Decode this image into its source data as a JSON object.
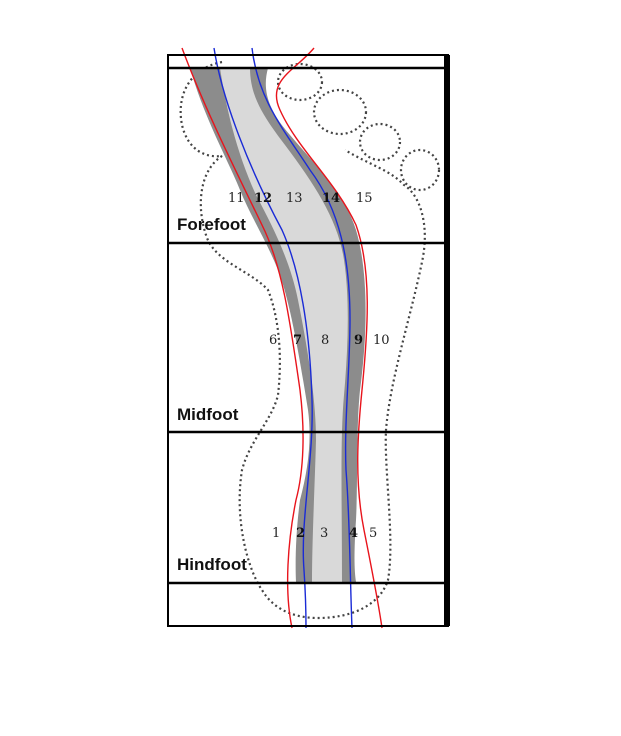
{
  "regions": {
    "forefoot": "Forefoot",
    "midfoot": "Midfoot",
    "hindfoot": "Hindfoot"
  },
  "zones": {
    "hindfoot": [
      "1",
      "2",
      "3",
      "4",
      "5"
    ],
    "midfoot": [
      "6",
      "7",
      "8",
      "9",
      "10"
    ],
    "forefoot": [
      "11",
      "12",
      "13",
      "14",
      "15"
    ]
  },
  "colors": {
    "frame": "#000000",
    "outer_band": "#8c8c8c",
    "inner_band": "#d9d9d9",
    "red_boundary": "#e8141c",
    "blue_boundary": "#1a2bd6",
    "foot_outline": "#444444"
  }
}
